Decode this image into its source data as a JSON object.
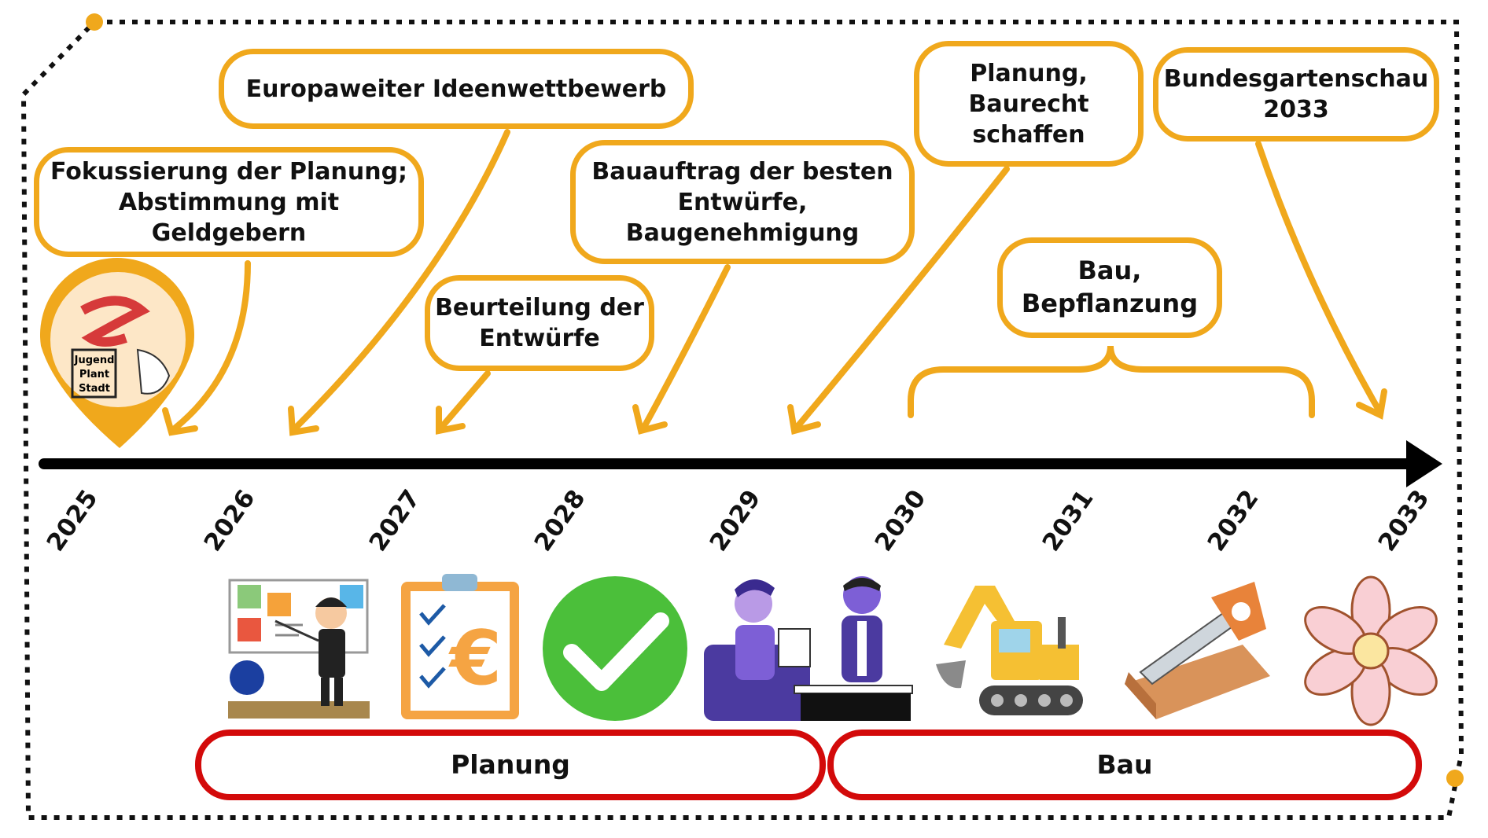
{
  "milestones": {
    "m1": "Fokussierung der Planung;\nAbstimmung mit Geldgebern",
    "m2": "Europaweiter Ideenwettbewerb",
    "m3": "Beurteilung der\nEntwürfe",
    "m4": "Bauauftrag der besten\nEntwürfe,\nBaugenehmigung",
    "m5": "Planung,\nBaurecht\nschaffen",
    "m6": "Bau,\nBepflanzung",
    "m7": "Bundesgartenschau\n2033"
  },
  "years": [
    "2025",
    "2026",
    "2027",
    "2028",
    "2029",
    "2030",
    "2031",
    "2032",
    "2033"
  ],
  "phases": {
    "planung": "Planung",
    "bau": "Bau"
  },
  "logo": {
    "line1": "Jugend",
    "line2": "Plant",
    "line3": "Stadt"
  },
  "colors": {
    "accent": "#f0a81c",
    "phase": "#d30a0a",
    "axis": "#000000"
  },
  "icons": [
    "presentation-board-icon",
    "budget-checklist-icon",
    "checkmark-icon",
    "meeting-icon",
    "excavator-icon",
    "saw-wood-icon",
    "flower-icon"
  ]
}
